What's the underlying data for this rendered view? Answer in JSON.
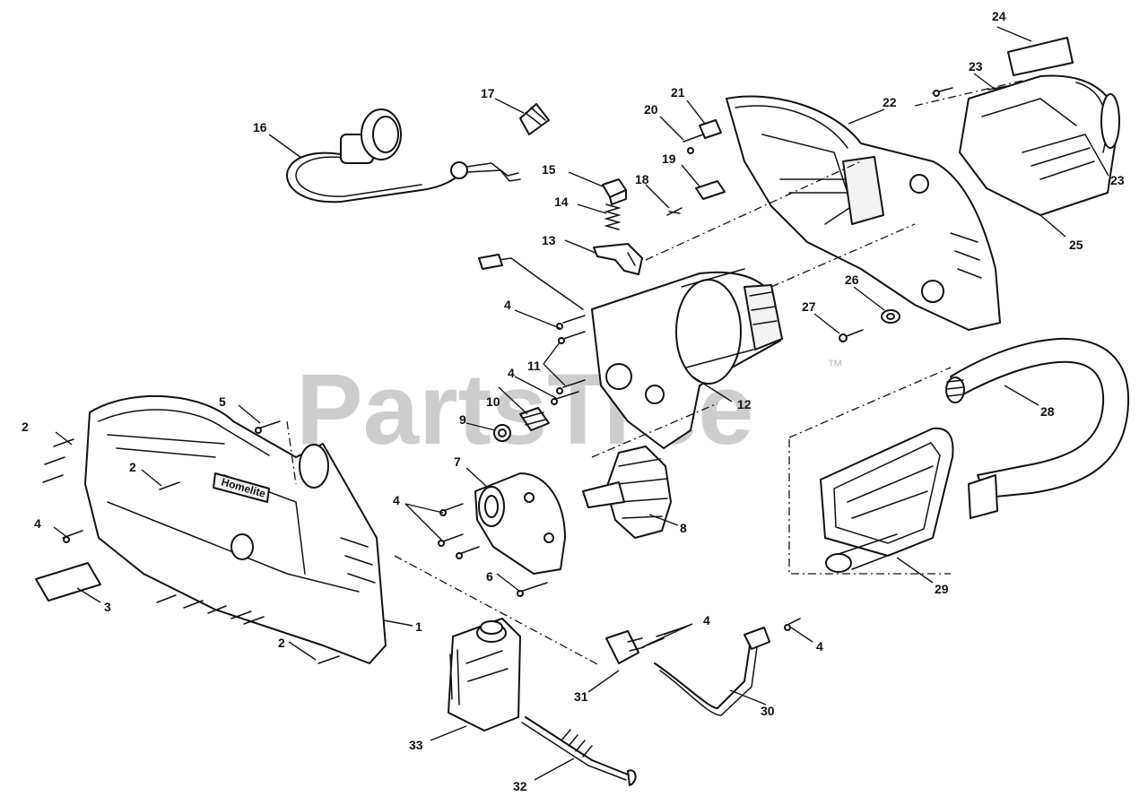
{
  "watermark": {
    "text": "PartsTree",
    "trademark": "™"
  },
  "housing_brand": "Homelite",
  "colors": {
    "line": "#111111",
    "paper": "#ffffff",
    "watermark": "#bdbdbd"
  },
  "callouts": {
    "c1": "1",
    "c2a": "2",
    "c2b": "2",
    "c2c": "2",
    "c3": "3",
    "c4a": "4",
    "c4b": "4",
    "c4c": "4",
    "c4d": "4",
    "c4e": "4",
    "c4f": "4",
    "c5": "5",
    "c6": "6",
    "c7": "7",
    "c8": "8",
    "c9": "9",
    "c10": "10",
    "c11": "11",
    "c12": "12",
    "c13": "13",
    "c14": "14",
    "c15": "15",
    "c16": "16",
    "c17": "17",
    "c18": "18",
    "c19": "19",
    "c20": "20",
    "c21": "21",
    "c22": "22",
    "c23a": "23",
    "c23b": "23",
    "c24": "24",
    "c25": "25",
    "c26": "26",
    "c27": "27",
    "c28": "28",
    "c29": "29",
    "c30": "30",
    "c31": "31",
    "c32": "32",
    "c33": "33"
  }
}
